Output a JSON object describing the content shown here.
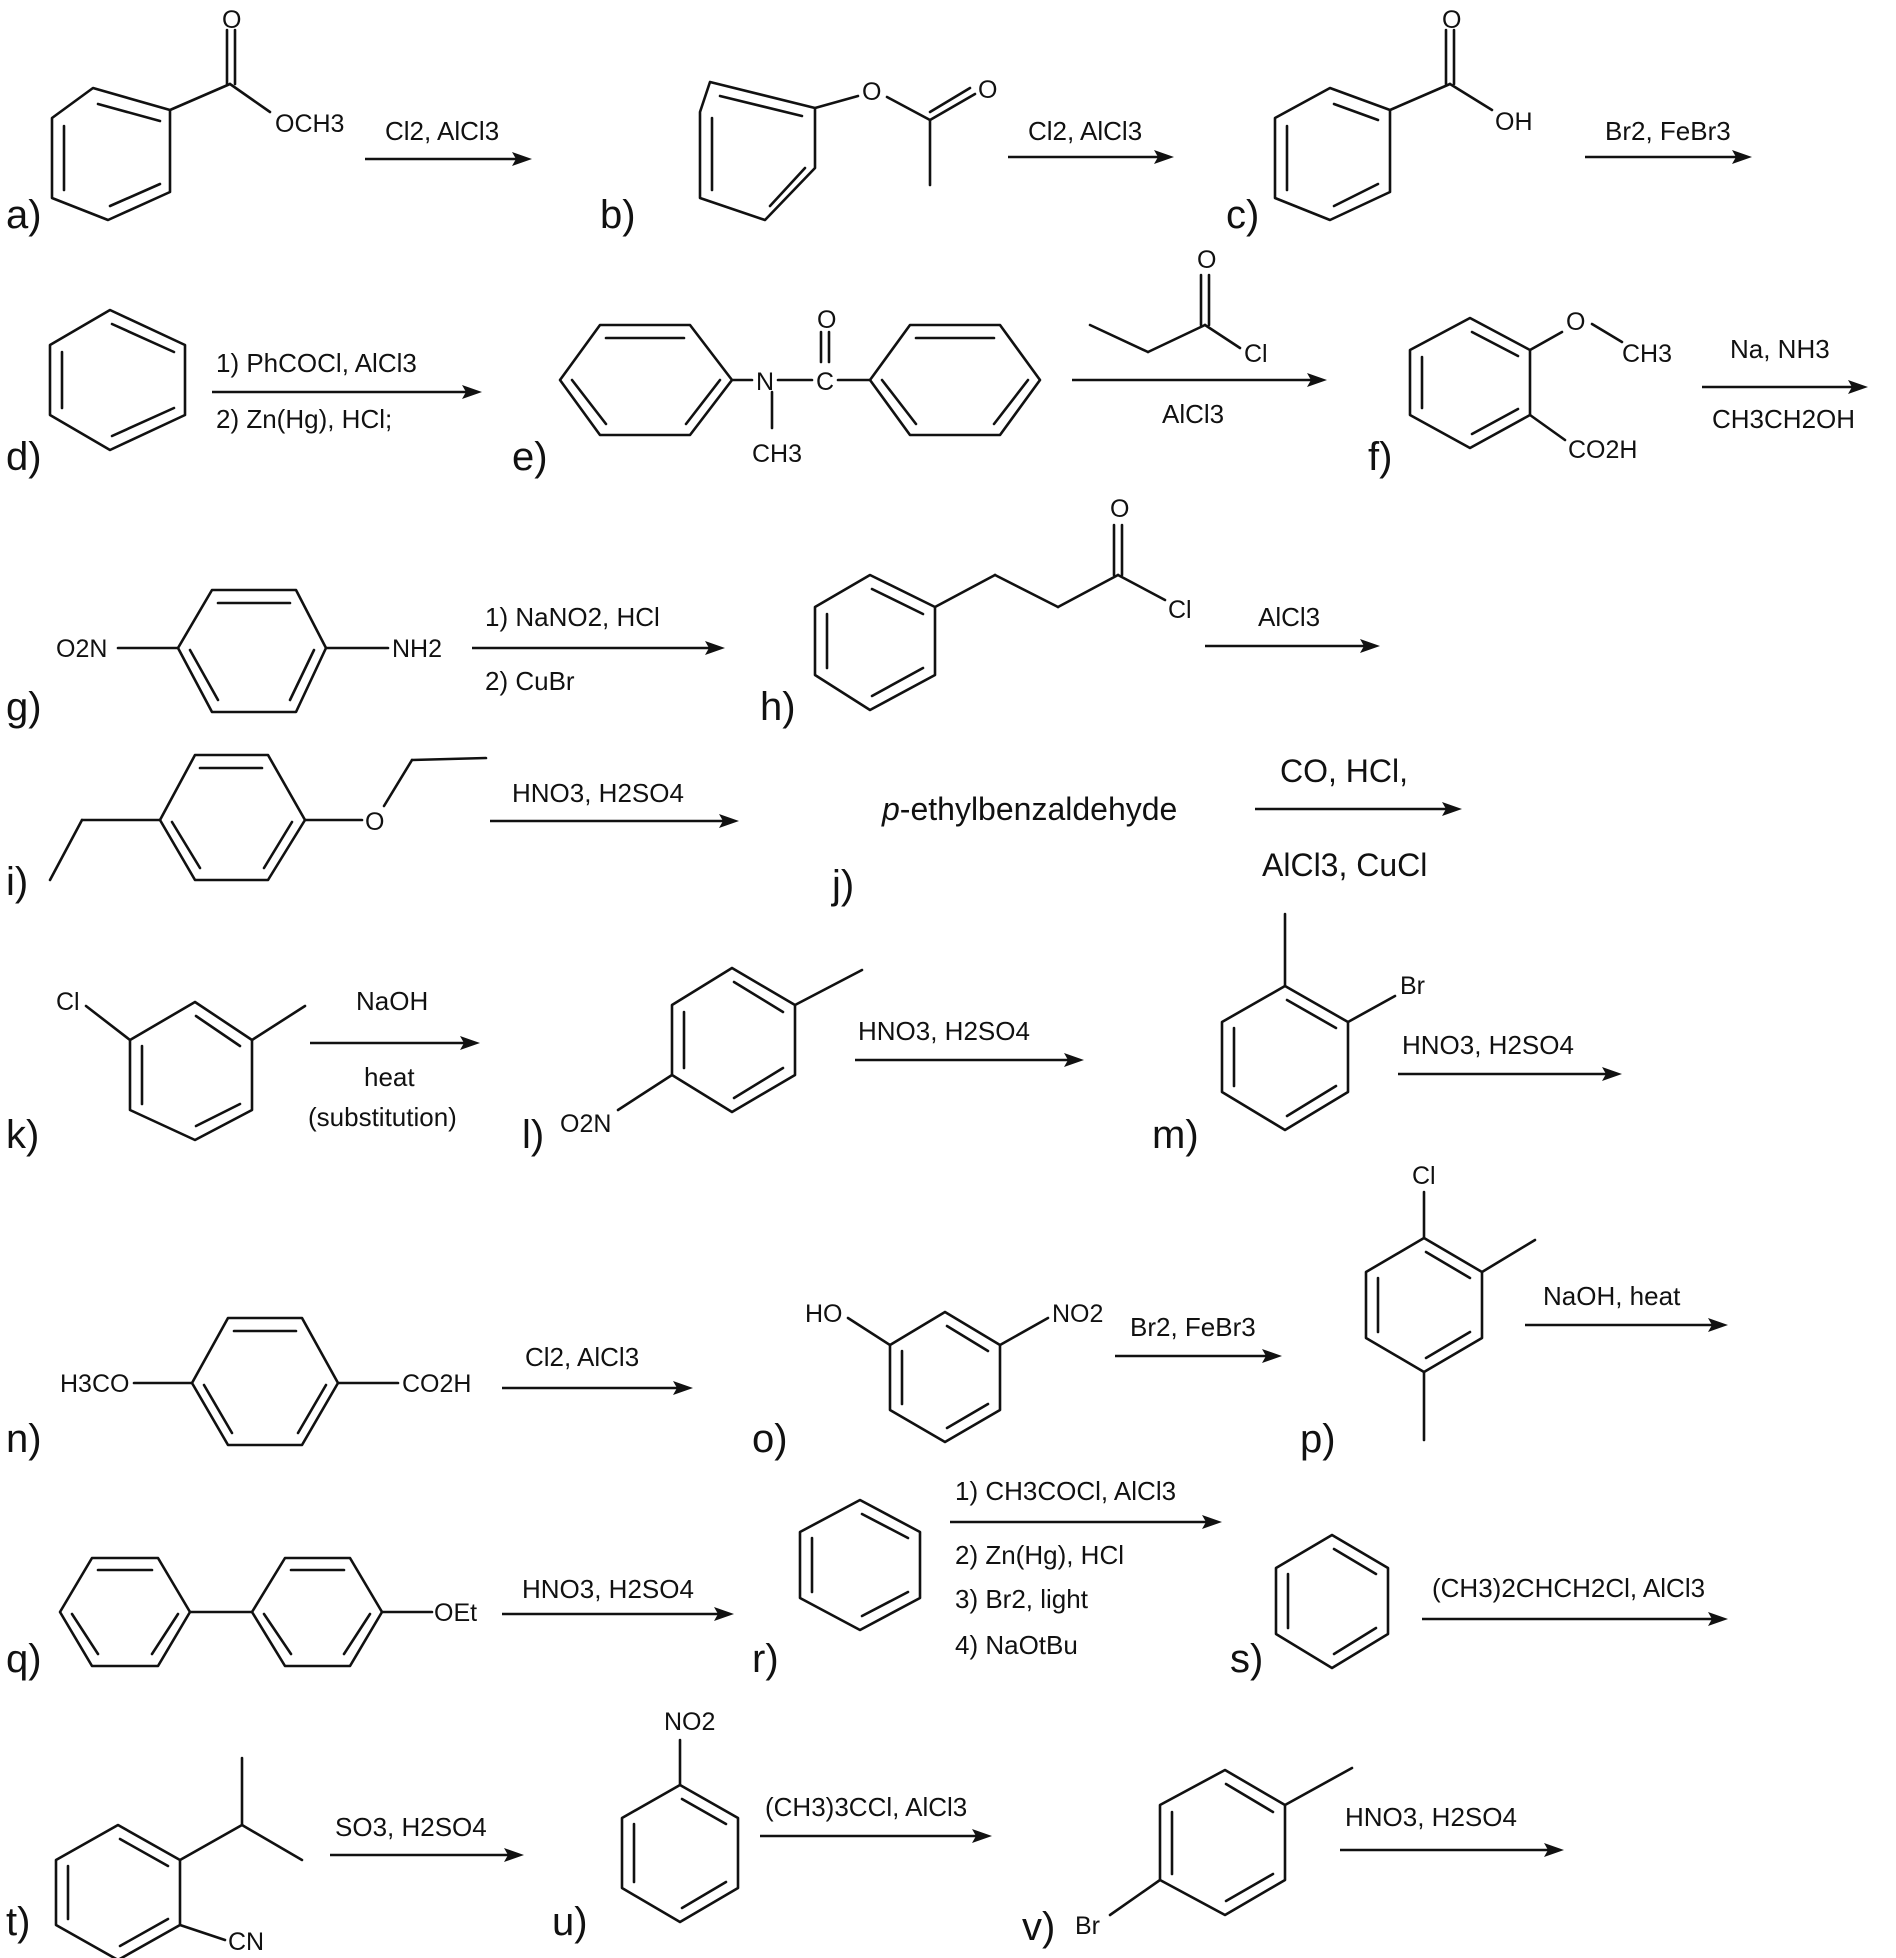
{
  "colors": {
    "ink": "#111111",
    "background": "#ffffff"
  },
  "problems": [
    {
      "id": "a",
      "label": "a)",
      "atoms": {
        "o": "O",
        "och3": "OCH3"
      },
      "reagents": [
        "Cl2, AlCl3"
      ]
    },
    {
      "id": "b",
      "label": "b)",
      "atoms": {
        "o1": "O",
        "o2": "O"
      },
      "reagents": [
        "Cl2, AlCl3"
      ]
    },
    {
      "id": "c",
      "label": "c)",
      "atoms": {
        "o": "O",
        "oh": "OH"
      },
      "reagents": [
        "Br2, FeBr3"
      ]
    },
    {
      "id": "d",
      "label": "d)",
      "atoms": {},
      "reagents": [
        "1) PhCOCl, AlCl3",
        "2) Zn(Hg), HCl;"
      ]
    },
    {
      "id": "e",
      "label": "e)",
      "atoms": {
        "o": "O",
        "n": "N",
        "c": "C",
        "ch3": "CH3"
      },
      "reagents": [
        "AlCl3"
      ],
      "reagent_atoms": {
        "o": "O",
        "cl": "Cl"
      }
    },
    {
      "id": "f",
      "label": "f)",
      "atoms": {
        "o": "O",
        "ch3": "CH3",
        "co2h": "CO2H"
      },
      "reagents": [
        "Na, NH3",
        "CH3CH2OH"
      ]
    },
    {
      "id": "g",
      "label": "g)",
      "atoms": {
        "o2n": "O2N",
        "nh2": "NH2"
      },
      "reagents": [
        "1) NaNO2, HCl",
        "2) CuBr"
      ]
    },
    {
      "id": "h",
      "label": "h)",
      "atoms": {
        "o": "O",
        "cl": "Cl"
      },
      "reagents": [
        "AlCl3"
      ]
    },
    {
      "id": "i",
      "label": "i)",
      "atoms": {
        "o": "O"
      },
      "reagents": [
        "HNO3, H2SO4"
      ]
    },
    {
      "id": "j",
      "label": "j)",
      "name_prefix": "p",
      "name_rest": "-ethylbenzaldehyde",
      "reagents": [
        "CO, HCl,",
        "AlCl3, CuCl"
      ]
    },
    {
      "id": "k",
      "label": "k)",
      "atoms": {
        "cl": "Cl"
      },
      "reagents": [
        "NaOH",
        "heat",
        "(substitution)"
      ]
    },
    {
      "id": "l",
      "label": "l)",
      "atoms": {
        "o2n": "O2N"
      },
      "reagents": [
        "HNO3, H2SO4"
      ]
    },
    {
      "id": "m",
      "label": "m)",
      "atoms": {
        "br": "Br"
      },
      "reagents": [
        "HNO3, H2SO4"
      ]
    },
    {
      "id": "n",
      "label": "n)",
      "atoms": {
        "h3co": "H3CO",
        "co2h": "CO2H"
      },
      "reagents": [
        "Cl2, AlCl3"
      ]
    },
    {
      "id": "o",
      "label": "o)",
      "atoms": {
        "ho": "HO",
        "no2": "NO2"
      },
      "reagents": [
        "Br2, FeBr3"
      ]
    },
    {
      "id": "p",
      "label": "p)",
      "atoms": {
        "cl": "Cl"
      },
      "reagents": [
        "NaOH, heat"
      ]
    },
    {
      "id": "q",
      "label": "q)",
      "atoms": {
        "oet": "OEt"
      },
      "reagents": [
        "HNO3, H2SO4"
      ]
    },
    {
      "id": "r",
      "label": "r)",
      "atoms": {},
      "reagents": [
        "1) CH3COCl, AlCl3",
        "2) Zn(Hg), HCl",
        "3) Br2, light",
        "4) NaOtBu"
      ]
    },
    {
      "id": "s",
      "label": "s)",
      "atoms": {},
      "reagents": [
        "(CH3)2CHCH2Cl, AlCl3"
      ]
    },
    {
      "id": "t",
      "label": "t)",
      "atoms": {
        "cn": "CN"
      },
      "reagents": [
        "SO3, H2SO4"
      ]
    },
    {
      "id": "u",
      "label": "u)",
      "atoms": {
        "no2": "NO2"
      },
      "reagents": [
        "(CH3)3CCl, AlCl3"
      ]
    },
    {
      "id": "v",
      "label": "v)",
      "atoms": {
        "br": "Br"
      },
      "reagents": [
        "HNO3, H2SO4"
      ]
    }
  ]
}
